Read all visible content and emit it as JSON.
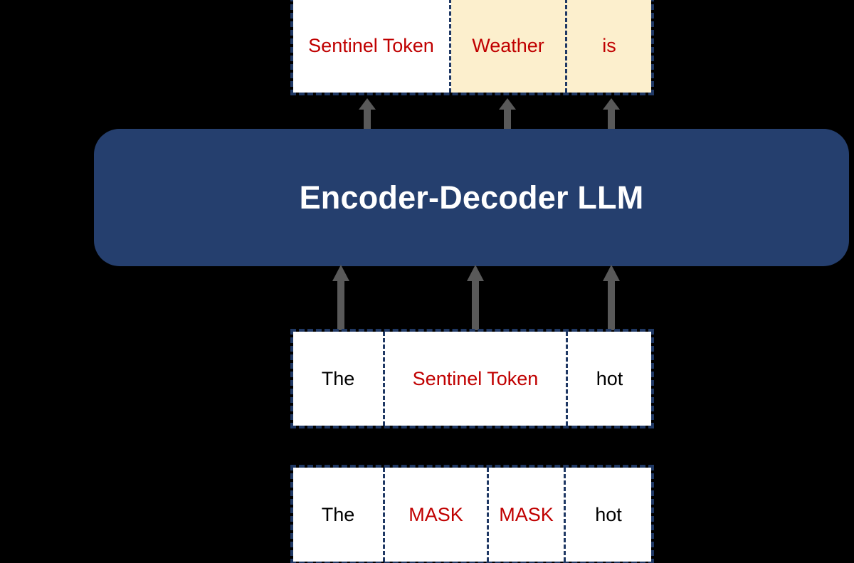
{
  "diagram": {
    "title": "Encoder-Decoder LLM masked span prediction",
    "colors": {
      "background": "#000000",
      "model_fill": "#253F6E",
      "model_text": "#FFFFFF",
      "border_dashed": "#1F3864",
      "token_red": "#C00000",
      "token_black": "#000000",
      "cell_white": "#FFFFFF",
      "cell_cream": "#FCEFCD",
      "arrow": "#595959"
    }
  },
  "model": {
    "label": "Encoder-Decoder LLM"
  },
  "rows": {
    "output": {
      "name": "decoder-output-row",
      "cells": [
        {
          "text": "Sentinel Token",
          "color": "red",
          "fill": "white"
        },
        {
          "text": "Weather",
          "color": "red",
          "fill": "cream"
        },
        {
          "text": "is",
          "color": "red",
          "fill": "cream"
        }
      ]
    },
    "target": {
      "name": "decoder-input-row",
      "cells": [
        {
          "text": "The",
          "color": "black",
          "fill": "white"
        },
        {
          "text": "Sentinel Token",
          "color": "red",
          "fill": "white"
        },
        {
          "text": "hot",
          "color": "black",
          "fill": "white"
        }
      ]
    },
    "input": {
      "name": "encoder-input-row",
      "cells": [
        {
          "text": "The",
          "color": "black",
          "fill": "white"
        },
        {
          "text": "MASK",
          "color": "red",
          "fill": "white"
        },
        {
          "text": "MASK",
          "color": "red",
          "fill": "white"
        },
        {
          "text": "hot",
          "color": "black",
          "fill": "white"
        }
      ]
    }
  },
  "arrows": {
    "up_to_output": [
      {
        "name": "arrow-model-to-output-1"
      },
      {
        "name": "arrow-model-to-output-2"
      },
      {
        "name": "arrow-model-to-output-3"
      }
    ],
    "up_to_model": [
      {
        "name": "arrow-target-to-model-1"
      },
      {
        "name": "arrow-target-to-model-2"
      },
      {
        "name": "arrow-target-to-model-3"
      }
    ]
  }
}
